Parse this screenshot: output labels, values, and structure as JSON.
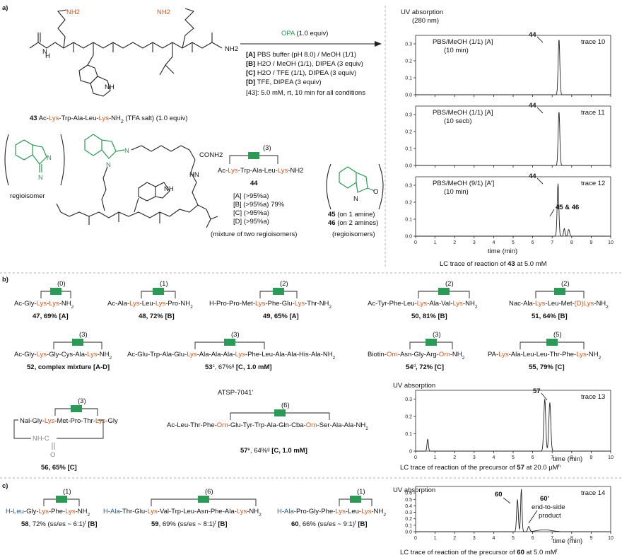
{
  "panel_labels": {
    "a": "a)",
    "b": "b)",
    "c": "c)"
  },
  "a": {
    "compound43_caption": [
      "43",
      " Ac-",
      "Lys",
      "-Trp-Ala-Leu-",
      "Lys",
      "-NH",
      "2",
      " (TFA salt) (1.0 equiv)"
    ],
    "nh2_label": "NH2",
    "reagent": {
      "name": "OPA",
      "amount": " (1.0 equiv)"
    },
    "conditions": [
      {
        "tag": "[A]",
        "text": "PBS buffer (pH 8.0) / MeOH (1/1)"
      },
      {
        "tag": "[B]",
        "text": "H2O / MeOH (1/1), DIPEA (3 equiv)"
      },
      {
        "tag": "[C]",
        "text": "H2O / TFE (1/1), DIPEA (3 equiv)"
      },
      {
        "tag": "[D]",
        "text": "TFE, DIPEA (3 equiv)"
      }
    ],
    "general_conditions": "[43]: 5.0 mM, rt, 10 min for all conditions",
    "regioisomer_label": "regioisomer",
    "product44": {
      "bridge": "(3)",
      "sequence": [
        "Ac-",
        "Lys",
        "-Trp-Ala-Leu-",
        "Lys",
        "-NH2"
      ],
      "id": "44",
      "yields": [
        "[A] (>95%a)",
        "[B] (>95%a) 79%",
        "[C] (>95%a)",
        "[D] (>95%a)"
      ],
      "note": "(mixture of two regioisomers)"
    },
    "side_products": {
      "p45": "45 (on 1 amine)",
      "p46": "46 (on 2 amines)",
      "note": "(regioisomers)"
    },
    "uv_header": [
      "UV absorption",
      "(280 nm)"
    ],
    "traces": [
      {
        "cond": "PBS/MeOH (1/1) [A]",
        "time": "(10 min)",
        "peak": "44",
        "trace": "trace 10",
        "extra": ""
      },
      {
        "cond": "PBS/MeOH (1/1) [A]",
        "time": "(10 secb)",
        "peak": "44",
        "trace": "trace 11",
        "extra": ""
      },
      {
        "cond": "PBS/MeOH (9/1) [A']",
        "time": "(10 min)",
        "peak": "44",
        "trace": "trace 12",
        "extra": "45 & 46"
      }
    ],
    "y_ticks": [
      "0.0",
      "0.1",
      "0.2",
      "0.3"
    ],
    "x_ticks": [
      "0",
      "1",
      "2",
      "3",
      "4",
      "5",
      "6",
      "7",
      "8",
      "9",
      "10"
    ],
    "x_unit": "time (min)",
    "lc_caption": "LC trace of reaction of 43 at 5.0 mM"
  },
  "b": {
    "entries": [
      {
        "bridge": "(0)",
        "seq": "Ac-Gly-Lys-Lys-NH2",
        "label": "47, 69% [A]"
      },
      {
        "bridge": "(1)",
        "seq": "Ac-Ala-Lys-Leu-Lys-Pro-NH2",
        "label": "48, 72% [B]"
      },
      {
        "bridge": "(2)",
        "seq": "H-Pro-Pro-Met-Lys-Phe-Glu-Lys-Thr-NH2",
        "label": "49, 65% [A]"
      },
      {
        "bridge": "(2)",
        "seq": "Ac-Tyr-Phe-Leu-Lys-Ala-Val-Lys-NH2",
        "label": "50, 81% [B]"
      },
      {
        "bridge": "(2)",
        "seq": "Nac-Ala-Lys-Leu-Met-(D)Lys-NH2",
        "label": "51, 64% [B]"
      },
      {
        "bridge": "(3)",
        "seq": "Ac-Gly-Lys-Gly-Cys-Ala-Lys-NH2",
        "label": "52, complex mixture [A-D]"
      },
      {
        "bridge": "(3)",
        "seq": "Ac-Glu-Trp-Ala-Glu-Lys-Ala-Ala-Ala-Lys-Phe-Leu-Ala-Ala-His-Ala-NH2",
        "label": "53c, 67%g [C, 1.0 mM]"
      },
      {
        "bridge": "(3)",
        "seq": "Biotin-Orn-Asn-Gly-Arg-Orn-NH2",
        "label": "54d, 72% [C]"
      },
      {
        "bridge": "(5)",
        "seq": "PA-Lys-Ala-Leu-Leu-Thr-Phe-Lys-NH2",
        "label": "55, 79% [C]"
      },
      {
        "bridge": "(3)",
        "seq": "Nal-Gly-Lys-Met-Pro-Thr-Lys-Gly",
        "label": "56, 65% [C]"
      },
      {
        "bridge": "(6)",
        "seq": "Ac-Leu-Thr-Phe-Orn-Glu-Tyr-Trp-Ala-Gln-Cba-Orn-Ser-Ala-Ala-NH2",
        "label": "57e, 64%g [C, 1.0 mM]"
      }
    ],
    "cyclic_linker": "NH-C",
    "carbonyl": "O",
    "atsp": "ATSP-7041'",
    "uv_header": "UV absorption",
    "trace": {
      "peak": "57",
      "trace": "trace 13"
    },
    "y_ticks": [
      "0",
      "0.1",
      "0.2",
      "0.3"
    ],
    "x_ticks": [
      "0",
      "1",
      "2",
      "3",
      "4",
      "5",
      "6",
      "7",
      "8",
      "9",
      "10"
    ],
    "x_unit": "time (min)",
    "lc_caption": "LC trace of reaction of the precursor of 57 at 20.0 µMh"
  },
  "c": {
    "entries": [
      {
        "bridge": "(1)",
        "seq": "H-Leu-Gly-Lys-Phe-Lys-NH2",
        "label": "58, 72% (ss/es ~ 6:1)f [B]"
      },
      {
        "bridge": "(6)",
        "seq": "H-Ala-Thr-Glu-Lys-Val-Trp-Leu-Asn-Phe-Ala-Lys-NH2",
        "label": "59, 69% (ss/es ~ 8:1)f [B]"
      },
      {
        "bridge": "(1)",
        "seq": "H-Ala-Pro-Gly-Phe-Lys-Leu-Lys-NH2",
        "label": "60, 66% (ss/es ~ 9:1)f [B]"
      }
    ],
    "uv_header": "UV absorption",
    "trace": {
      "peak": "60",
      "trace": "trace 14",
      "side": "60'",
      "side_desc": [
        "end-to-side",
        "product"
      ]
    },
    "y_ticks": [
      "0.0",
      "0.1",
      "0.2",
      "0.3",
      "0.4",
      "0.5",
      "0.6"
    ],
    "x_ticks": [
      "0",
      "1",
      "2",
      "3",
      "4",
      "5",
      "6",
      "7",
      "8",
      "9",
      "10"
    ],
    "x_unit": "time (min)",
    "lc_caption": "LC trace of reaction of the precursor of 60 at 5.0 mMf"
  },
  "colors": {
    "lys": "#d2571d",
    "bridge": "#2a9a56",
    "nterm": "#1f5fa0"
  }
}
